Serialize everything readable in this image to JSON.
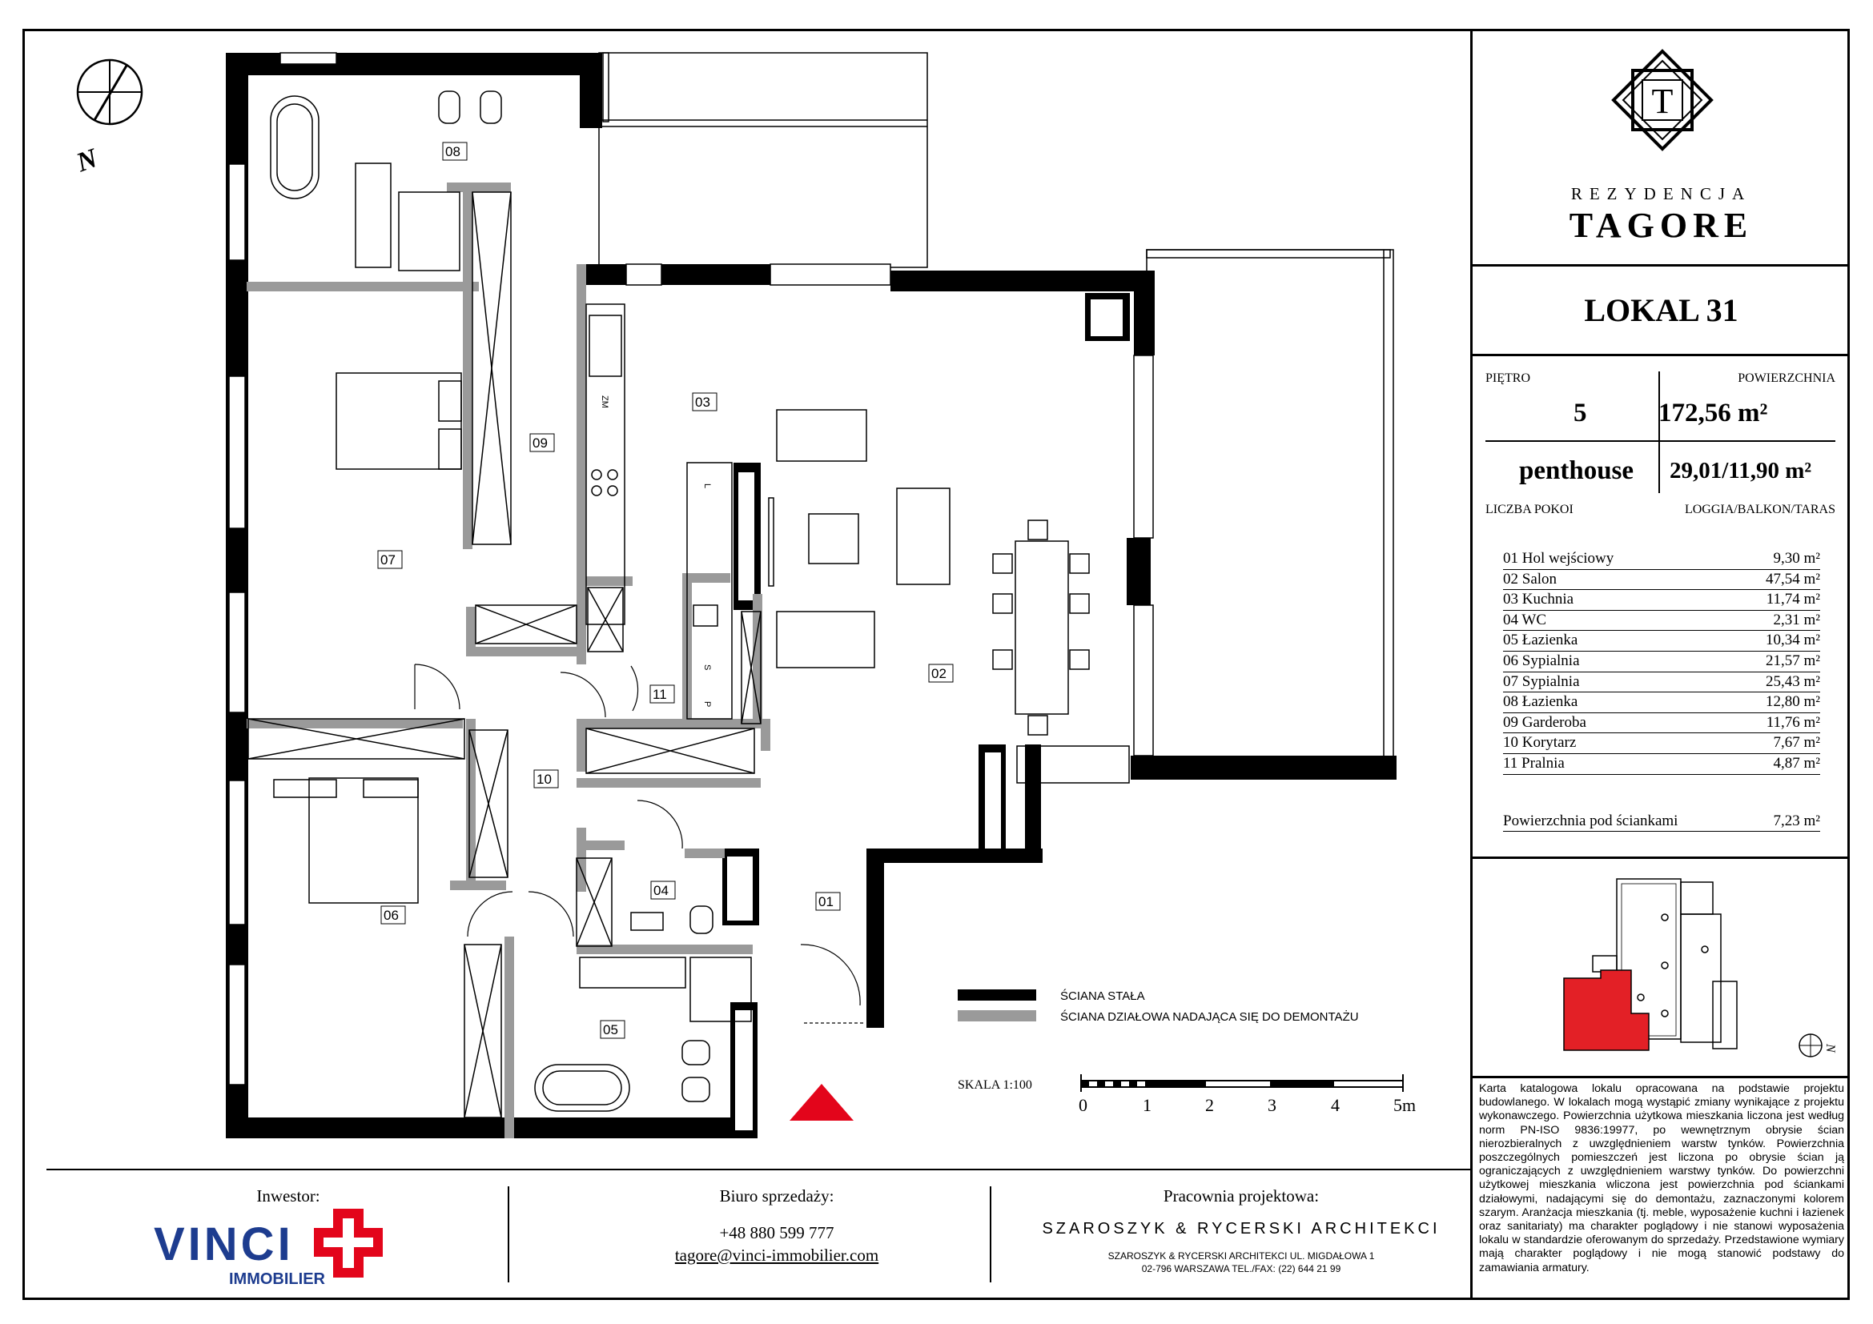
{
  "brand": {
    "subtitle": "REZYDENCJA",
    "name": "TAGORE",
    "monogram": "T"
  },
  "unit": {
    "title": "LOKAL 31",
    "floor_label": "PIĘTRO",
    "floor_value": "5",
    "area_label": "POWIERZCHNIA",
    "area_value": "172,56 m²",
    "rooms_label": "LICZBA POKOI",
    "rooms_value": "penthouse",
    "outdoor_label": "LOGGIA/BALKON/TARAS",
    "outdoor_value": "29,01/11,90 m²"
  },
  "rooms": [
    {
      "name": "01 Hol wejściowy",
      "area": "9,30 m²"
    },
    {
      "name": "02 Salon",
      "area": "47,54 m²"
    },
    {
      "name": "03 Kuchnia",
      "area": "11,74 m²"
    },
    {
      "name": "04 WC",
      "area": "2,31 m²"
    },
    {
      "name": "05 Łazienka",
      "area": "10,34 m²"
    },
    {
      "name": "06 Sypialnia",
      "area": "21,57 m²"
    },
    {
      "name": "07 Sypialnia",
      "area": "25,43 m²"
    },
    {
      "name": "08 Łazienka",
      "area": "12,80 m²"
    },
    {
      "name": "09 Garderoba",
      "area": "11,76 m²"
    },
    {
      "name": "10 Korytarz",
      "area": "7,67 m²"
    },
    {
      "name": "11 Pralnia",
      "area": "4,87 m²"
    }
  ],
  "under_walls": {
    "label": "Powierzchnia pod ściankami",
    "area": "7,23 m²"
  },
  "note": "Karta katalogowa lokalu opracowana na podstawie projektu budowlanego. W lokalach mogą wystąpić zmiany wynikające z projektu wykonawczego. Powierzchnia użytkowa mieszkania liczona jest według norm PN-ISO 9836:19977, po wewnętrznym obrysie ścian nierozbieralnych z uwzględnieniem warstw tynków. Powierzchnia poszczególnych pomieszczeń jest liczona po obrysie ścian ją ograniczających z uwzględnieniem warstwy tynków. Do powierzchni użytkowej mieszkania wliczona jest powierzchnia pod ściankami działowymi, nadającymi się do demontażu, zaznaczonymi kolorem szarym. Aranżacja mieszkania (tj. meble, wyposażenie kuchni i łazienek oraz sanitariaty) ma charakter poglądowy i nie stanowi wyposażenia lokalu w standardzie oferowanym do sprzedaży. Przedstawione wymiary mają charakter poglądowy i nie mogą stanowić podstawy do zamawiania armatury.",
  "plan": {
    "room_labels": [
      "01",
      "02",
      "03",
      "04",
      "05",
      "06",
      "07",
      "08",
      "09",
      "10",
      "11"
    ],
    "kitchen_marks": [
      "ZM",
      "L",
      "S",
      "P"
    ],
    "north": "N",
    "north_small": "N"
  },
  "legend": {
    "solid_wall": "ŚCIANA STAŁA",
    "partition_wall": "ŚCIANA DZIAŁOWA NADAJĄCA SIĘ DO DEMONTAŻU",
    "scale_label": "SKALA 1:100",
    "scale_ticks": [
      "0",
      "1",
      "2",
      "3",
      "4",
      "5m"
    ],
    "solid_color": "#000000",
    "partition_color": "#9a9a9a"
  },
  "footer": {
    "investor_label": "Inwestor:",
    "investor_logo_text": "VINCI",
    "investor_logo_sub": "IMMOBILIER",
    "sales_label": "Biuro sprzedaży:",
    "sales_phone": "+48 880 599 777",
    "sales_email": "tagore@vinci-immobilier.com",
    "design_label": "Pracownia projektowa:",
    "design_name": "SZAROSZYK & RYCERSKI ARCHITEKCI",
    "design_address_1": "SZAROSZYK & RYCERSKI ARCHITEKCI UL. MIGDAŁOWA 1",
    "design_address_2": "02-796 WARSZAWA  TEL./FAX: (22) 644 21 99",
    "vinci_blue": "#1d3c8f",
    "vinci_red": "#e3051b"
  },
  "key_plan": {
    "highlight_color": "#e32026"
  }
}
